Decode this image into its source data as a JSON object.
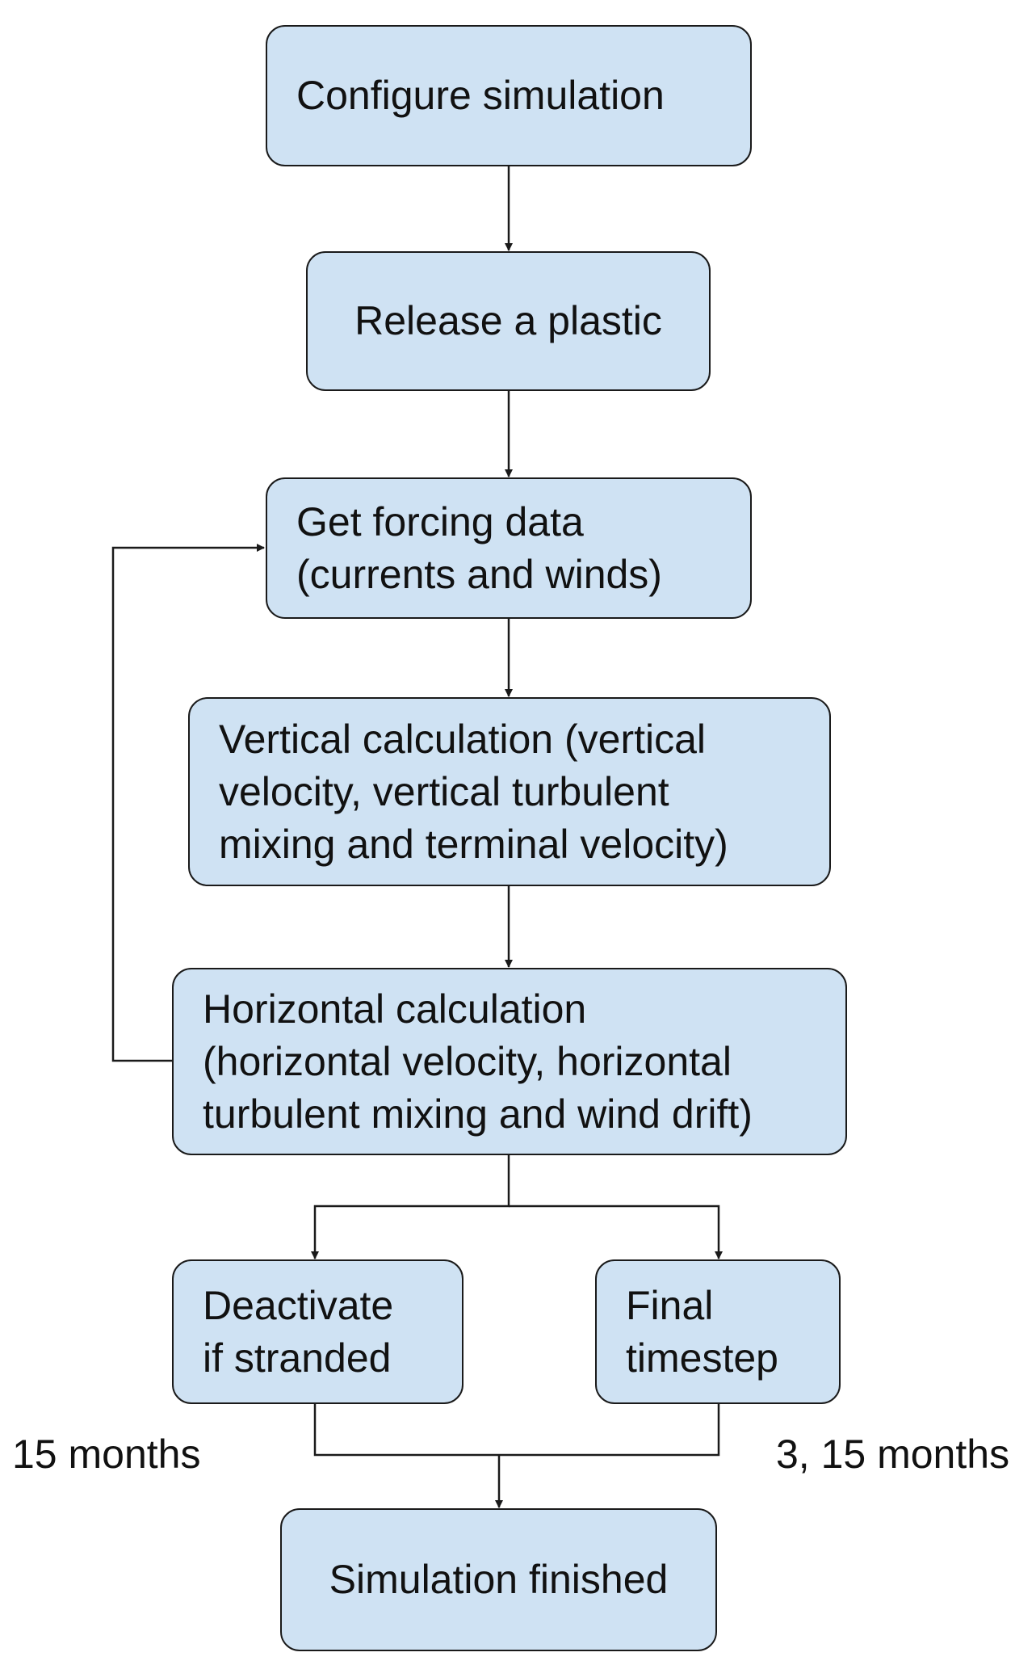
{
  "nodes": {
    "configure": "Configure simulation",
    "release": "Release a plastic",
    "forcing": "Get forcing data\n(currents and winds)",
    "vertical": "Vertical calculation (vertical\nvelocity, vertical turbulent\nmixing and terminal velocity)",
    "horizontal": "Horizontal calculation\n(horizontal velocity, horizontal\nturbulent mixing and wind drift)",
    "deactivate": "Deactivate\nif stranded",
    "final": "Final\ntimestep",
    "finished": "Simulation finished"
  },
  "edge_labels": {
    "left": "15 months",
    "right": "3, 15 months"
  },
  "colors": {
    "node_fill": "#cfe2f3",
    "stroke": "#1a1a1a"
  }
}
